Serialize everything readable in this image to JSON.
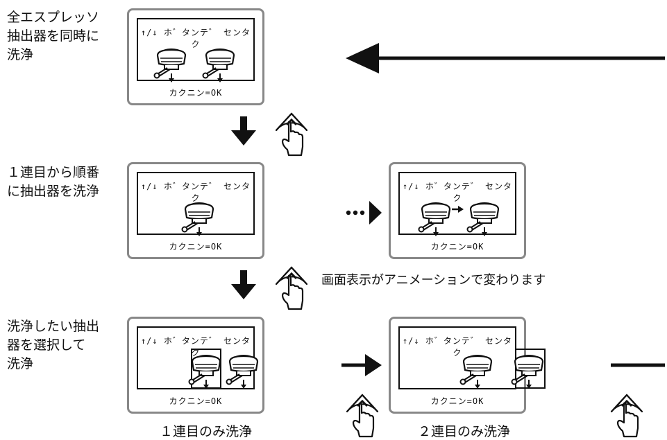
{
  "row_labels": {
    "all": "全エスプレッソ\n抽出器を同時に\n洗浄",
    "sequential": "１連目から順番\nに抽出器を洗浄",
    "select": "洗浄したい抽出\n器を選択して\n洗浄"
  },
  "screen": {
    "header": "↑/↓ ホ゛タンテ゛ センタク",
    "footer": "カクニン=ОK"
  },
  "annotation": "画面表示がアニメーションで変わります",
  "sublabels": {
    "first": "１連目のみ洗浄",
    "second": "２連目のみ洗浄"
  },
  "icons": [
    "group-head-icon",
    "press-button-hand-icon",
    "arrow-down-icon",
    "arrow-right-icon",
    "arrow-left-icon"
  ]
}
